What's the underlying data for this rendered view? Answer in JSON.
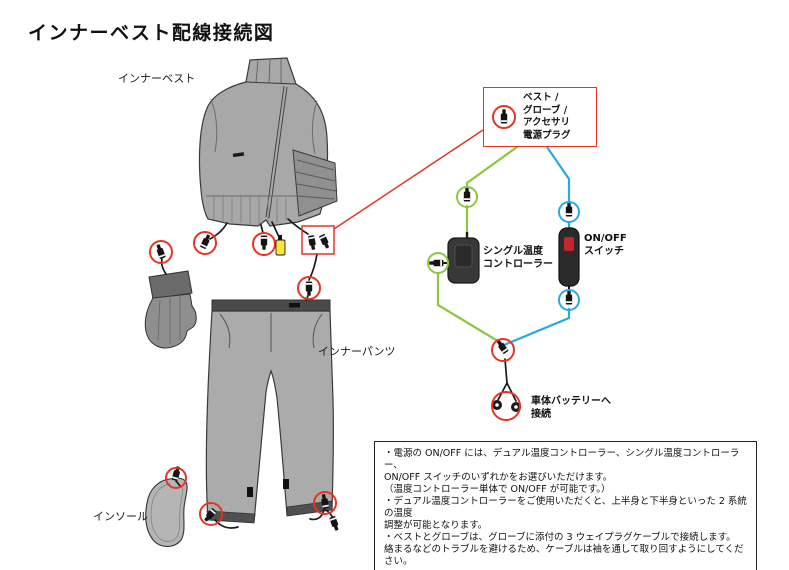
{
  "title": "インナーベスト配線接続図",
  "labels": {
    "vest": "インナーベスト",
    "pants": "インナーパンツ",
    "insole": "インソール",
    "single_controller": [
      "シングル温度",
      "コントローラー"
    ],
    "onoff_switch": [
      "ON/OFF",
      "スイッチ"
    ],
    "battery": [
      "車体バッテリーへ",
      "接続"
    ]
  },
  "power_box": {
    "lines": [
      "ベスト /",
      "グローブ /",
      "アクセサリ",
      "電源プラグ"
    ]
  },
  "notes": {
    "lines": [
      "・電源の ON/OFF には、デュアル温度コントローラー、シングル温度コントローラー、",
      "ON/OFF スイッチのいずれかをお選びいただけます。",
      "（温度コントローラー単体で ON/OFF が可能です。）",
      "・デュアル温度コントローラーをご使用いただくと、上半身と下半身といった 2 系統の温度",
      "調整が可能となります。",
      "・ベストとグローブは、グローブに添付の 3 ウェイプラグケーブルで接続します。",
      "絡まるなどのトラブルを避けるため、ケーブルは袖を通して取り回すようにしてください。"
    ]
  },
  "colors": {
    "accent_red": "#e63323",
    "wire_green": "#8dc63f",
    "wire_blue": "#27aae1",
    "garment_gray": "#a8a8a8",
    "device_dark": "#2b2b2b",
    "connector_yellow": "#ffe23e"
  },
  "icons": {
    "power_plug": "power-plug-icon",
    "ring_terminal": "ring-terminal-icon",
    "controller": "single-temp-controller-icon",
    "switch": "onoff-switch-icon"
  }
}
